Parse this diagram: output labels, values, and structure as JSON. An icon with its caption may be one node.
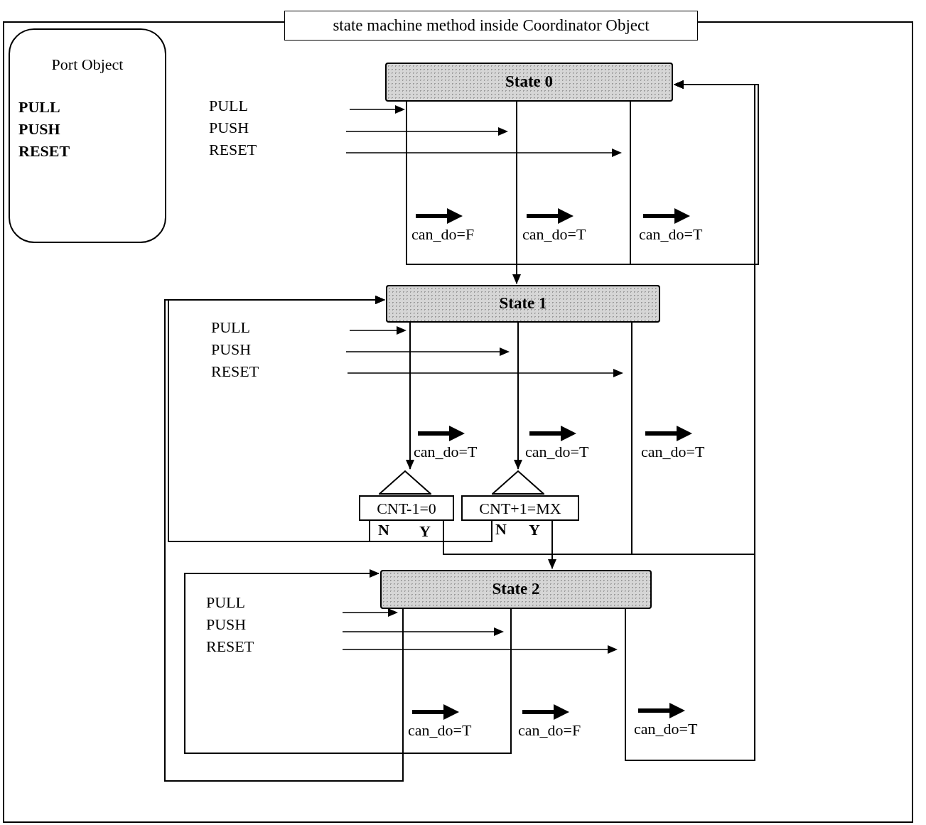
{
  "diagram": {
    "nodes": [
      {
        "text": [
          "state machine method inside Coordinator Object"
        ]
      },
      {
        "text": [
          "Port Object",
          "PULL",
          "PUSH",
          "RESET"
        ],
        "in": 0
      },
      {
        "text": [
          "State 0"
        ],
        "in": 0,
        "beside": [
          "PULL",
          "PUSH",
          "RESET"
        ]
      },
      {
        "text": [
          "State 1"
        ],
        "in": 0,
        "beside": [
          "PULL",
          "PUSH",
          "RESET"
        ]
      },
      {
        "text": [
          "CNT-1=0"
        ],
        "in": 0
      },
      {
        "text": [
          "CNT+1=MX"
        ],
        "in": 0
      },
      {
        "text": [
          "State 2"
        ],
        "in": 0,
        "beside": [
          "PULL",
          "PUSH",
          "RESET"
        ]
      }
    ],
    "edges": [
      {
        "from": 2,
        "to": 2,
        "arrow": "to",
        "label": "can_do=F"
      },
      {
        "from": 2,
        "to": 3,
        "arrow": "to",
        "label": "can_do=T"
      },
      {
        "from": 2,
        "to": 2,
        "arrow": "to",
        "label": "can_do=T"
      },
      {
        "from": 3,
        "to": 4,
        "arrow": "to",
        "label": "can_do=T"
      },
      {
        "from": 3,
        "to": 5,
        "arrow": "to",
        "label": "can_do=T"
      },
      {
        "from": 3,
        "to": 2,
        "arrow": "to",
        "label": "can_do=T"
      },
      {
        "from": 4,
        "to": 3,
        "arrow": "to",
        "label": "N"
      },
      {
        "from": 4,
        "to": 2,
        "arrow": "to",
        "label": "Y"
      },
      {
        "from": 5,
        "to": 3,
        "arrow": "to",
        "label": "N"
      },
      {
        "from": 5,
        "to": 6,
        "arrow": "to",
        "label": "Y"
      },
      {
        "from": 6,
        "to": 3,
        "arrow": "to",
        "label": "can_do=T"
      },
      {
        "from": 6,
        "to": 6,
        "arrow": "to",
        "label": "can_do=F"
      },
      {
        "from": 6,
        "to": 2,
        "arrow": "to",
        "label": "can_do=T"
      }
    ]
  }
}
